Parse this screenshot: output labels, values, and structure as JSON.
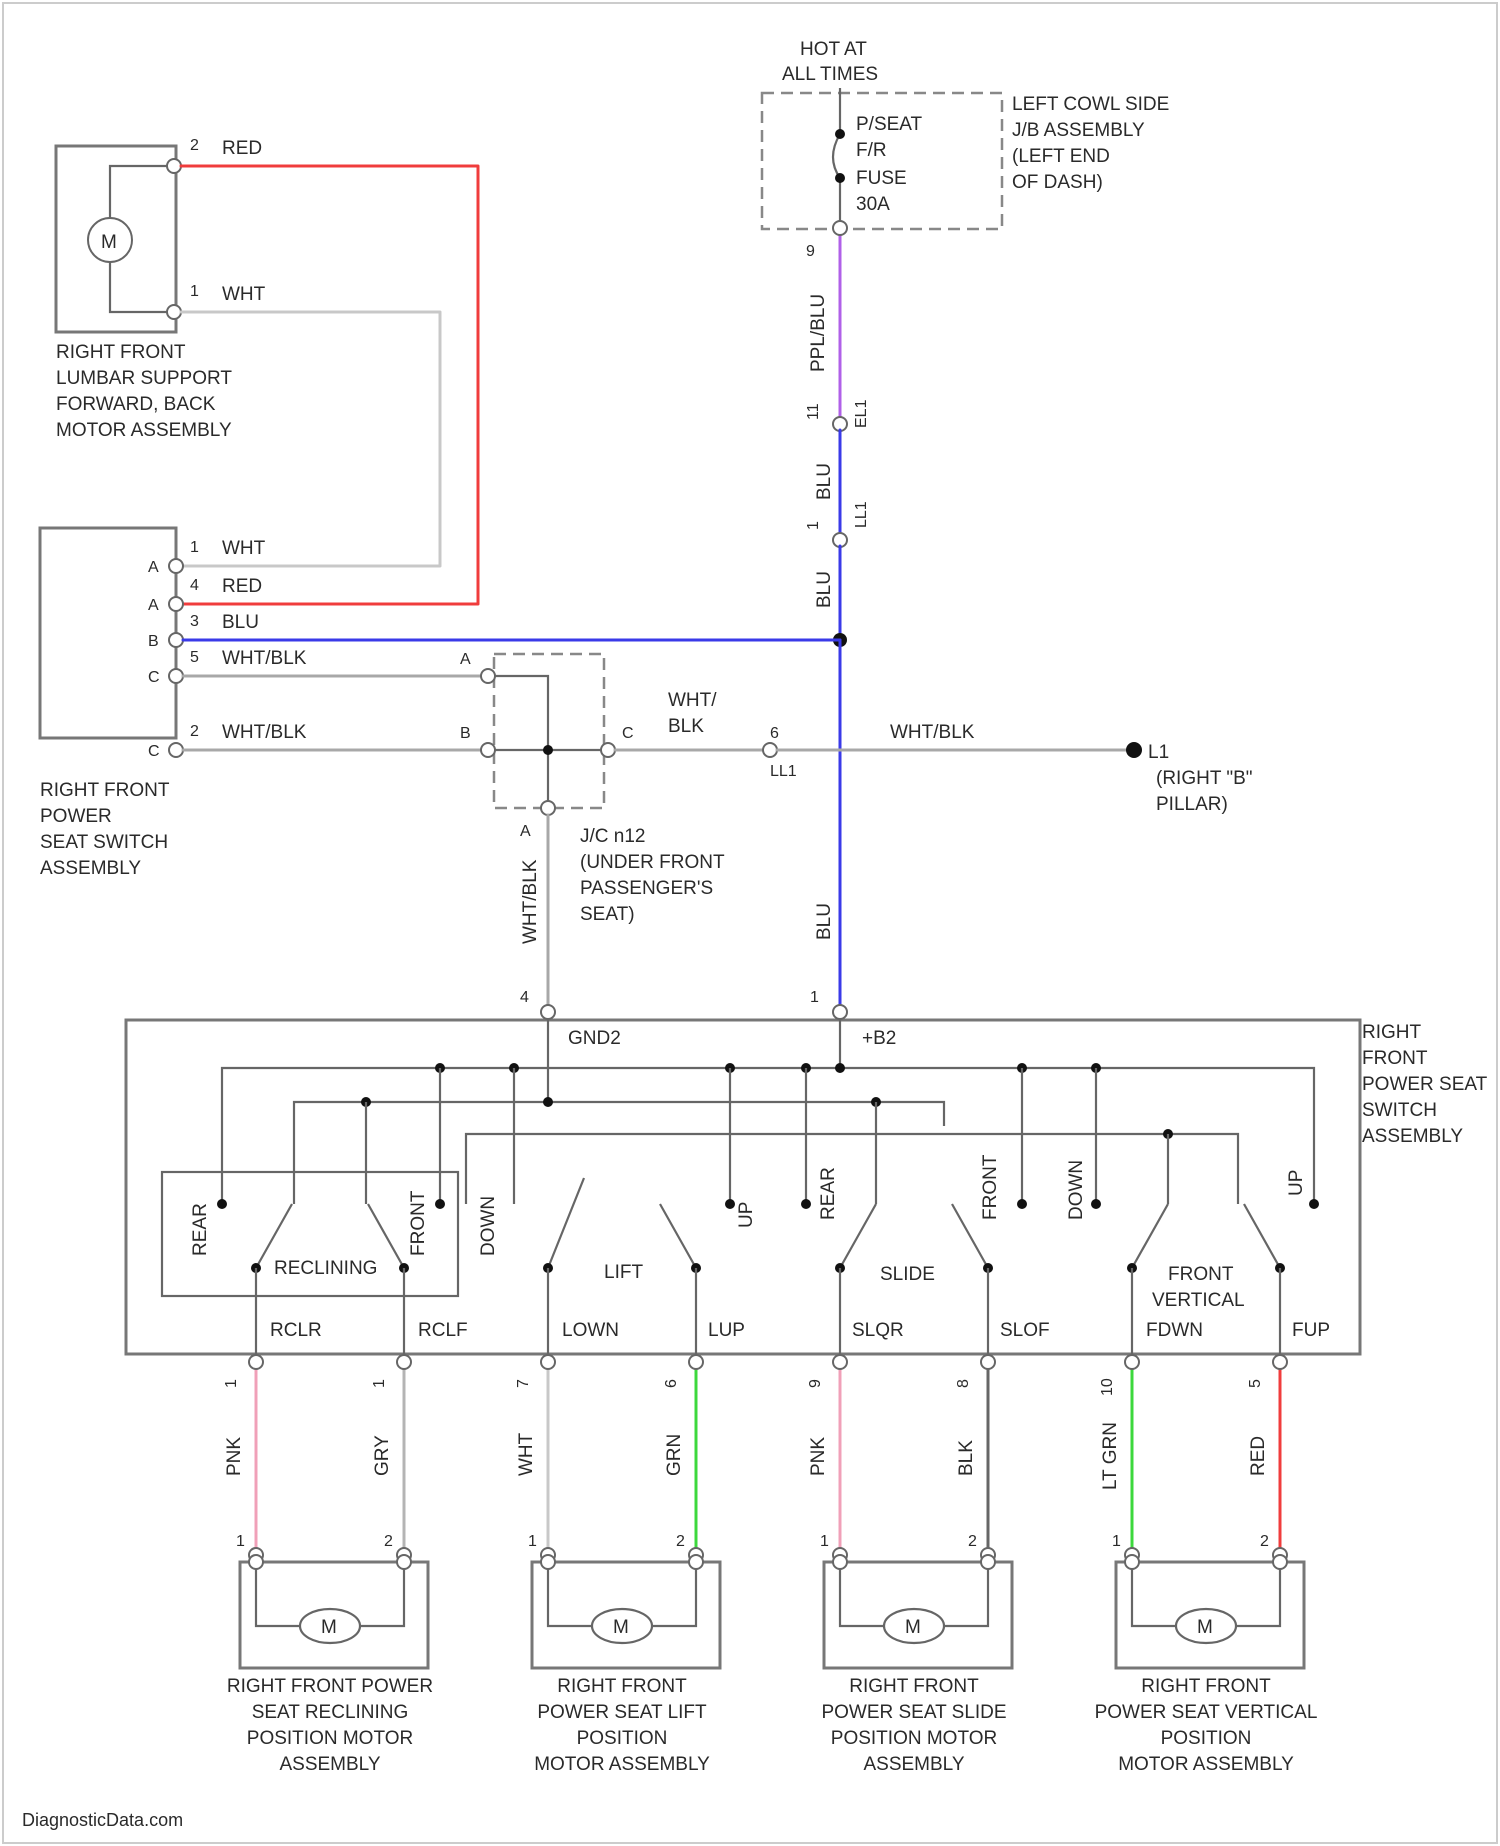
{
  "colors": {
    "RED": "#f03c3c",
    "WHT": "#c8c8c8",
    "BLU": "#3a3ae8",
    "PPL_BLU": "#b060e8",
    "WHT_BLK": "#a8a8a8",
    "GRN": "#3cd83c",
    "PNK": "#f0a0b8",
    "GRY": "#b4b4b4",
    "BLK": "#666666",
    "outline": "#777777"
  },
  "labels": {
    "hot_at": "HOT AT",
    "all_times": "ALL TIMES",
    "fuse_line1": "P/SEAT",
    "fuse_line2": "F/R",
    "fuse_line3": "FUSE",
    "fuse_line4": "30A",
    "cowl_line1": "LEFT COWL SIDE",
    "cowl_line2": "J/B ASSEMBLY",
    "cowl_line3": "(LEFT END",
    "cowl_line4": "OF DASH)",
    "lumbar_line1": "RIGHT FRONT",
    "lumbar_line2": "LUMBAR SUPPORT",
    "lumbar_line3": "FORWARD, BACK",
    "lumbar_line4": "MOTOR ASSEMBLY",
    "switch_top_line1": "RIGHT FRONT",
    "switch_top_line2": "POWER",
    "switch_top_line3": "SEAT SWITCH",
    "switch_top_line4": "ASSEMBLY",
    "jc_line1": "J/C n12",
    "jc_line2": "(UNDER FRONT",
    "jc_line3": "PASSENGER'S",
    "jc_line4": "SEAT)",
    "ground_line1": "L1",
    "ground_line2": "(RIGHT \"B\"",
    "ground_line3": "PILLAR)",
    "main_switch_line1": "RIGHT",
    "main_switch_line2": "FRONT",
    "main_switch_line3": "POWER SEAT",
    "main_switch_line4": "SWITCH",
    "main_switch_line5": "ASSEMBLY",
    "gnd2": "GND2",
    "b2": "+B2",
    "reclining": "RECLINING",
    "lift": "LIFT",
    "slide": "SLIDE",
    "front_vertical_line1": "FRONT",
    "front_vertical_line2": "VERTICAL",
    "rear": "REAR",
    "front": "FRONT",
    "down": "DOWN",
    "up": "UP",
    "rear2": "REAR",
    "front2": "FRONT",
    "down2": "DOWN",
    "up2": "UP",
    "rclr": "RCLR",
    "rclf": "RCLF",
    "lown": "LOWN",
    "lup": "LUP",
    "slqr": "SLQR",
    "slof": "SLOF",
    "fdwn": "FDWN",
    "fup": "FUP",
    "motor_symbol": "M",
    "watermark": "DiagnosticData.com"
  },
  "wire_labels": {
    "red_top": "RED",
    "wht_top": "WHT",
    "wht_sw": "WHT",
    "red_sw": "RED",
    "blu_sw": "BLU",
    "whtblk_sw1": "WHT/BLK",
    "whtblk_sw2": "WHT/BLK",
    "whtblk_jc_1": "WHT/",
    "whtblk_jc_2": "BLK",
    "whtblk_gnd": "WHT/BLK",
    "whtblk_vert": "WHT/BLK",
    "ppl_blu": "PPL/BLU",
    "blu_a": "BLU",
    "blu_b": "BLU",
    "blu_c": "BLU",
    "pnk1": "PNK",
    "gry": "GRY",
    "wht_lift": "WHT",
    "grn": "GRN",
    "pnk2": "PNK",
    "blk": "BLK",
    "lt_grn": "LT GRN",
    "red_fv": "RED"
  },
  "connectors": {
    "lumbar_pin_a": "2",
    "lumbar_pin_b": "1",
    "sw_pin_1": "1",
    "sw_pin_4": "4",
    "sw_pin_3": "3",
    "sw_pin_5": "5",
    "sw_pin_2": "2",
    "sw_letter_a": "A",
    "sw_letter_b": "A",
    "sw_letter_c": "B",
    "sw_letter_d": "C",
    "sw_letter_e": "C",
    "fuse_pin": "9",
    "conn_a_1": "11",
    "conn_a_2": "EL1",
    "conn_b_1": "1",
    "conn_b_2": "LL1",
    "jc_pin_a": "A",
    "jc_pin_b": "B",
    "jc_pin_c": "C",
    "jc_pin_d": "A",
    "ll1_pin": "6",
    "ll1_name": "LL1",
    "gnd2_pin": "4",
    "b2_pin": "1",
    "m1a": "1",
    "m1b": "1",
    "m2a": "7",
    "m2b": "6",
    "m3a": "9",
    "m3b": "8",
    "m4a": "10",
    "m4b": "5",
    "mot_pin_1": "1",
    "mot_pin_2": "2"
  },
  "motor_labels": {
    "recline_1": "RIGHT FRONT POWER",
    "recline_2": "SEAT RECLINING",
    "recline_3": "POSITION MOTOR",
    "recline_4": "ASSEMBLY",
    "lift_1": "RIGHT FRONT",
    "lift_2": "POWER SEAT LIFT",
    "lift_3": "POSITION",
    "lift_4": "MOTOR ASSEMBLY",
    "slide_1": "RIGHT FRONT",
    "slide_2": "POWER SEAT SLIDE",
    "slide_3": "POSITION MOTOR",
    "slide_4": "ASSEMBLY",
    "vert_1": "RIGHT FRONT",
    "vert_2": "POWER SEAT VERTICAL",
    "vert_3": "POSITION",
    "vert_4": "MOTOR ASSEMBLY"
  }
}
